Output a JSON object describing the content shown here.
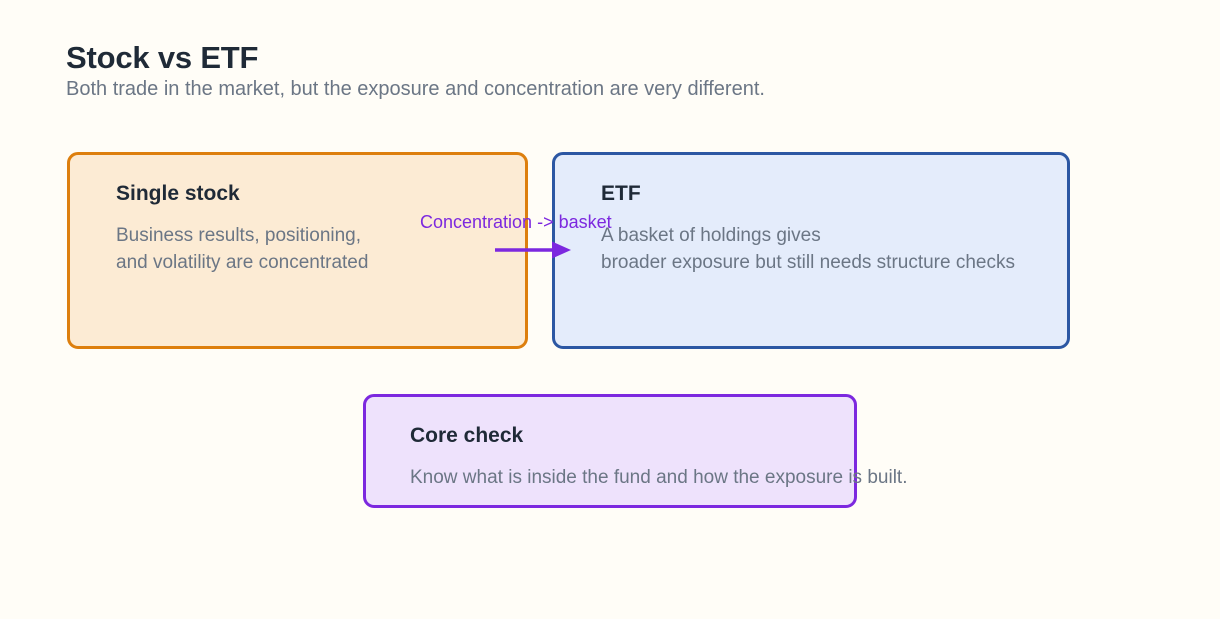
{
  "header": {
    "title": "Stock vs ETF",
    "subtitle": "Both trade in the market, but the exposure and concentration are very different."
  },
  "cards": [
    {
      "id": "stock",
      "title": "Single stock",
      "body_line1": "Business results, positioning,",
      "body_line2": "and volatility are concentrated",
      "border_color": "#dd7f0e",
      "fill_color": "#fcebd4"
    },
    {
      "id": "etf",
      "title": "ETF",
      "body_line1": "A basket of holdings gives",
      "body_line2": "broader exposure but still needs structure checks",
      "border_color": "#2c57a3",
      "fill_color": "#e4ecfb"
    },
    {
      "id": "core",
      "title": "Core check",
      "body_line1": "Know what is inside the fund and how the exposure is built.",
      "border_color": "#7c28df",
      "fill_color": "#eee2fc"
    }
  ],
  "connector": {
    "label": "Concentration -> basket",
    "color": "#7c28df"
  },
  "colors": {
    "background": "#fffdf7",
    "title_text": "#1f2a37",
    "body_text": "#6b7685",
    "accent_purple": "#7c28df",
    "accent_orange": "#dd7f0e",
    "accent_blue": "#2c57a3"
  }
}
